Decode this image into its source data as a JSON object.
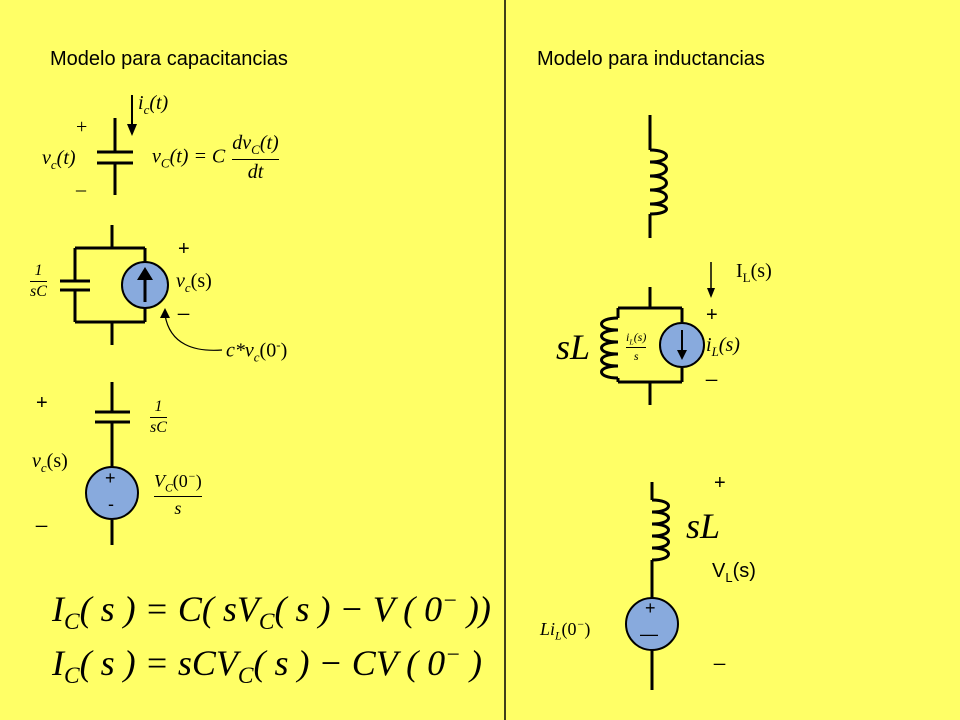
{
  "titles": {
    "capacitor": "Modelo para capacitancias",
    "inductor": "Modelo para inductancias"
  },
  "capacitor": {
    "current_label": "i",
    "current_sub": "c",
    "current_arg": "(t)",
    "voltage_label": "v",
    "voltage_sub": "c",
    "voltage_arg": "(t)",
    "plus": "+",
    "minus": "_",
    "equation_lhs": "v",
    "equation_lhs_sub": "C",
    "equation_lhs_arg": "(t) = C",
    "equation_num": "dv",
    "equation_num_sub": "C",
    "equation_num_arg": "(t)",
    "equation_den": "dt",
    "parallel_num": "1",
    "parallel_den": "sC",
    "parallel_v": "v",
    "parallel_v_sub": "c",
    "parallel_v_arg": "(s)",
    "source_note": "c*v",
    "source_note_sub": "c",
    "source_note_arg": "(0",
    "source_note_sup": "-",
    "source_note_end": ")",
    "series_num": "1",
    "series_den": "sC",
    "series_v": "v",
    "series_v_sub": "c",
    "series_v_arg": "(s)",
    "source_plus": "+",
    "source_minus": "-",
    "series_src_num": "V",
    "series_src_num_sub": "C",
    "series_src_num_arg": "(0",
    "series_src_num_sup": "−",
    "series_src_num_end": ")",
    "series_src_den": "s",
    "eq1": "I",
    "eq1_sub": "C",
    "eq1_rest": "( s ) = C( sV",
    "eq1_sub2": "C",
    "eq1_rest2": "( s ) − V ( 0",
    "eq1_sup": "−",
    "eq1_end": " ))",
    "eq2": "I",
    "eq2_sub": "C",
    "eq2_rest": "( s ) = sCV",
    "eq2_sub2": "C",
    "eq2_rest2": "( s ) − CV ( 0",
    "eq2_sup": "−",
    "eq2_end": " )"
  },
  "inductor": {
    "il_label": "I",
    "il_sub": "L",
    "il_arg": "(s)",
    "plus": "+",
    "minus": "_",
    "sL": "sL",
    "src_num": "i",
    "src_num_sub": "L",
    "src_num_arg": "(s)",
    "src_den": "s",
    "side_i": "i",
    "side_i_sub": "L",
    "side_i_arg": "(s)",
    "sL2": "sL",
    "vl": "V",
    "vl_sub": "L",
    "vl_arg": "(s)",
    "src_label": "Li",
    "src_label_sub": "L",
    "src_label_arg": "(0",
    "src_label_sup": "−",
    "src_label_end": ")",
    "source_plus": "+",
    "source_minus": "—"
  }
}
